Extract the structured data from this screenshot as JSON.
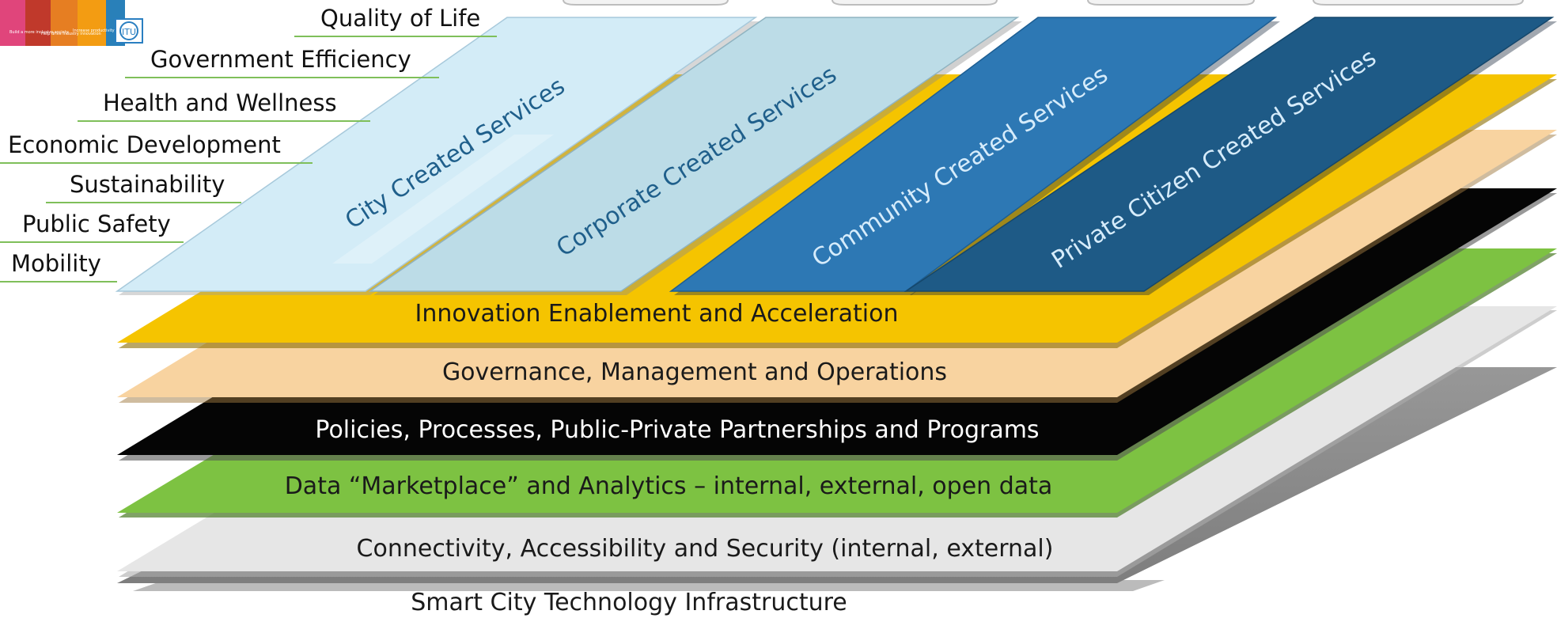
{
  "outcomes": [
    "Quality of Life",
    "Government Efficiency",
    "Health and Wellness",
    "Economic Development",
    "Sustainability",
    "Public Safety",
    "Mobility"
  ],
  "services": [
    {
      "label": "City Created Services",
      "fill": "#d3ecf7",
      "text": "#1f5f8b"
    },
    {
      "label": "Corporate Created Services",
      "fill": "#bcdce7",
      "text": "#1f5f8b"
    },
    {
      "label": "Community Created Services",
      "fill": "#2d78b4",
      "text": "#d6ecfb"
    },
    {
      "label": "Private Citizen Created Services",
      "fill": "#1e5a86",
      "text": "#d6ecfb"
    }
  ],
  "layers": [
    {
      "label": "Innovation Enablement and Acceleration",
      "fill": "#f5c400",
      "text": "#1a1a1a"
    },
    {
      "label": "Governance, Management and Operations",
      "fill": "#f8d3a0",
      "text": "#1a1a1a"
    },
    {
      "label": "Policies, Processes, Public-Private Partnerships and Programs",
      "fill": "#050505",
      "text": "#ffffff"
    },
    {
      "label": "Data “Marketplace” and Analytics – internal, external, open data",
      "fill": "#7dc242",
      "text": "#1a1a1a"
    },
    {
      "label": "Connectivity, Accessibility and Security (internal, external)",
      "fill": "#e6e6e6",
      "text": "#1a1a1a"
    },
    {
      "label": "Smart City Technology Infrastructure",
      "fill": "#8c8c8c",
      "text": "#1a1a1a"
    }
  ],
  "colors": {
    "outcome_underline": "#7fbf5a",
    "band_shadow": "#777777"
  },
  "badge": {
    "icon": "itu-logo-icon",
    "text": [
      "Build a more inclusive society",
      "Help drive industry innovation",
      "Increase productivity through intelligent automation"
    ]
  }
}
